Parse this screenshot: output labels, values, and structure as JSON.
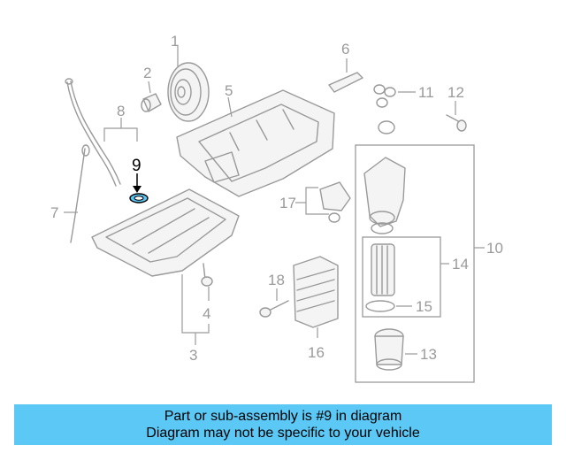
{
  "callouts": {
    "c1": "1",
    "c2": "2",
    "c3": "3",
    "c4": "4",
    "c5": "5",
    "c6": "6",
    "c7": "7",
    "c8": "8",
    "c9": "9",
    "c10": "10",
    "c11": "11",
    "c12": "12",
    "c13": "13",
    "c14": "14",
    "c15": "15",
    "c16": "16",
    "c17": "17",
    "c18": "18"
  },
  "highlight_color": "#5bc8f5",
  "banner": {
    "line1": "Part or sub-assembly is #9 in diagram",
    "line2": "Diagram may not be specific to your vehicle"
  }
}
